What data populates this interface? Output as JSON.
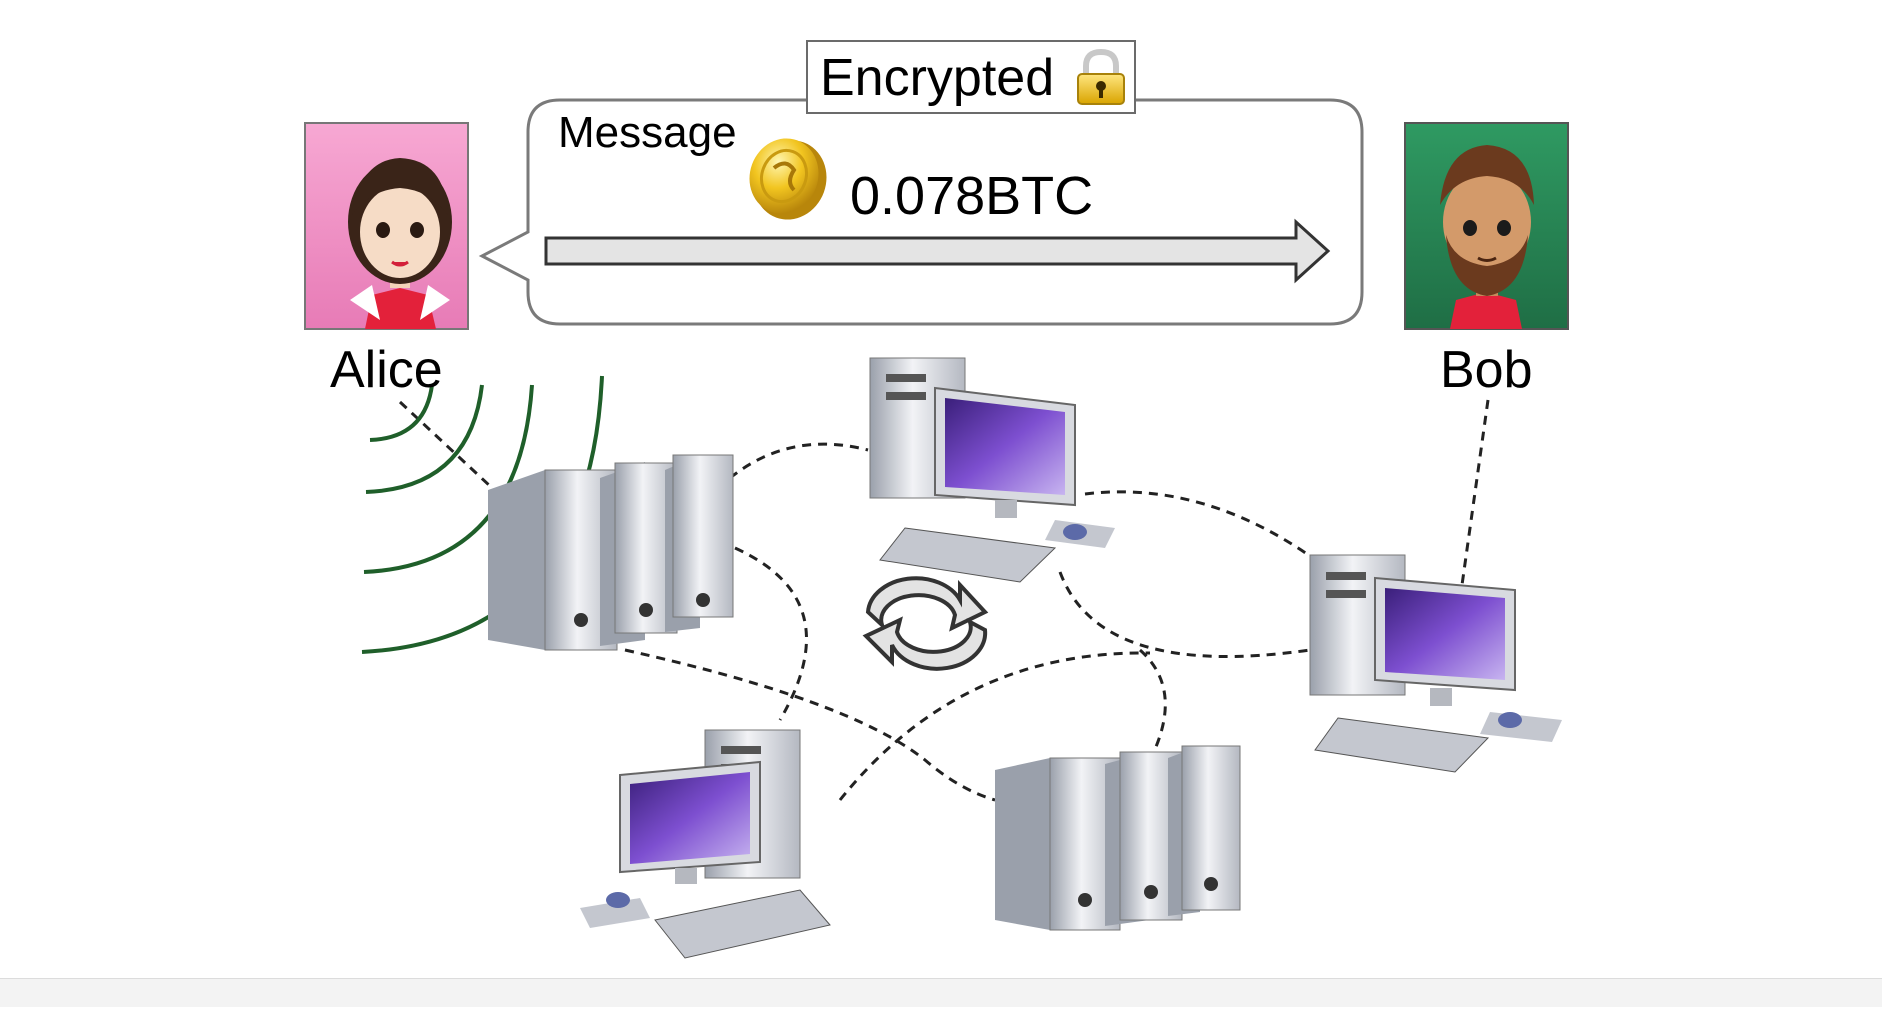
{
  "labels": {
    "encrypted": "Encrypted",
    "message": "Message",
    "amount": "0.078BTC",
    "alice": "Alice",
    "bob": "Bob"
  },
  "colors": {
    "alice_bg": "#ee8cc0",
    "bob_bg": "#2f8a5a",
    "wave": "#1f5f2a",
    "screen": "#6a3fb0",
    "case": "#c9cbd2",
    "coin": "#f0c020"
  },
  "icons": [
    "lock-icon",
    "coin-icon",
    "sync-icon",
    "server-icon",
    "computer-icon",
    "wifi-waves-icon"
  ]
}
